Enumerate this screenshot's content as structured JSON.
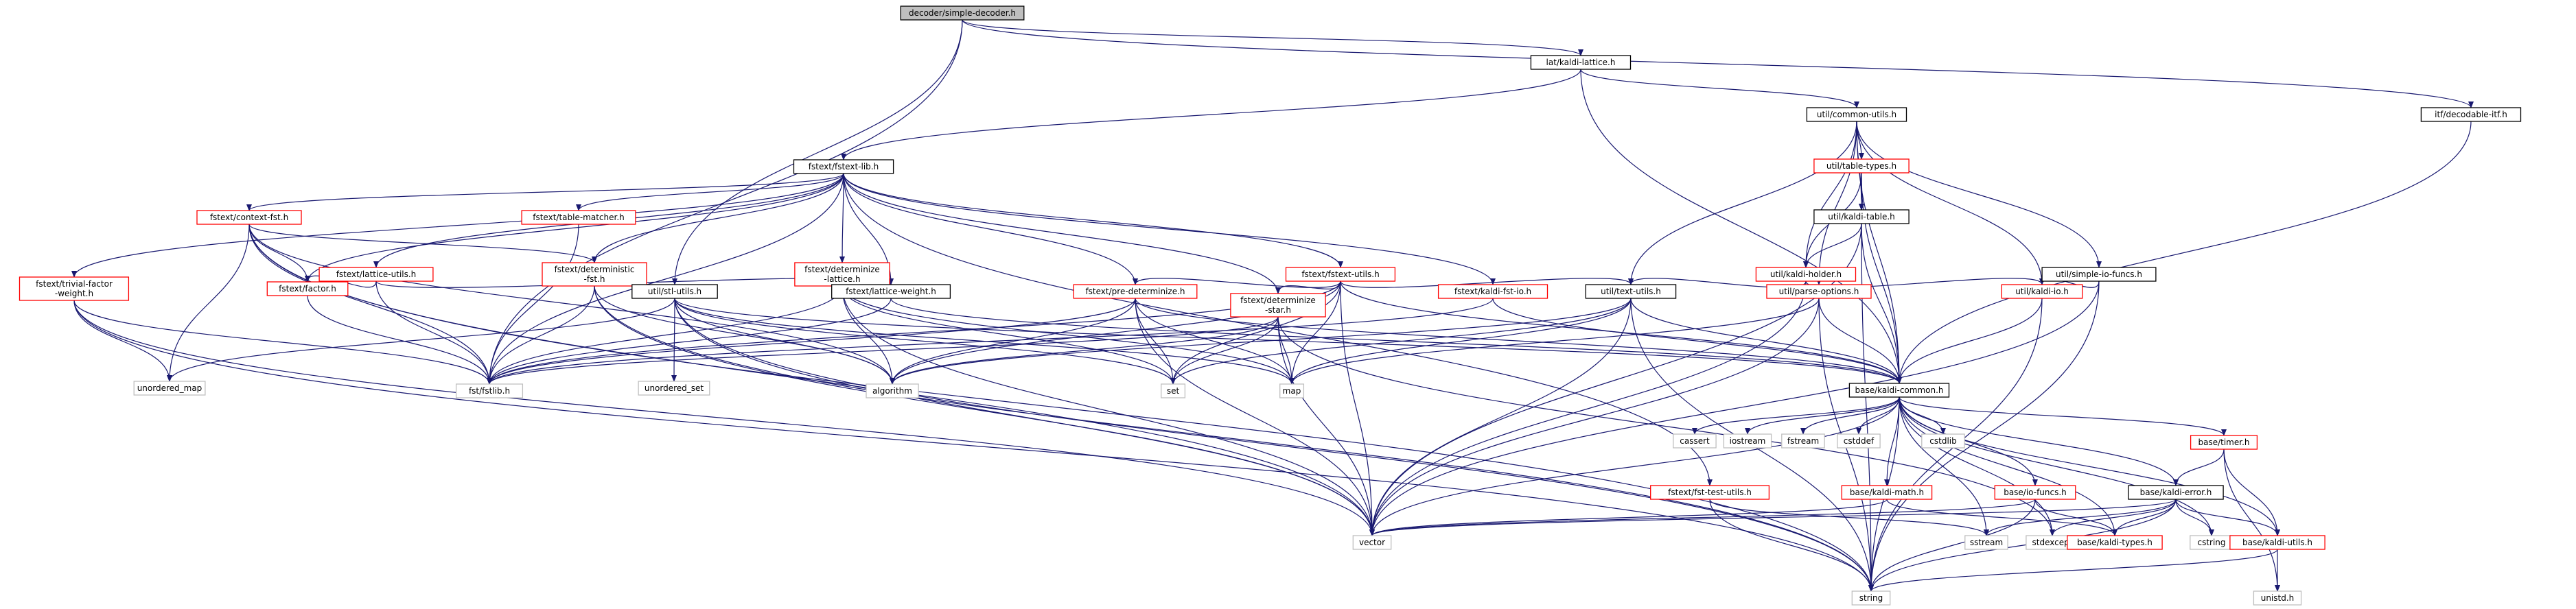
{
  "diagram": {
    "nodes": [
      {
        "id": "simple_decoder",
        "label": "decoder/simple-decoder.h",
        "kind": "root"
      },
      {
        "id": "kaldi_lattice",
        "label": "lat/kaldi-lattice.h",
        "kind": "normal"
      },
      {
        "id": "common_utils",
        "label": "util/common-utils.h",
        "kind": "normal"
      },
      {
        "id": "decodable_itf",
        "label": "itf/decodable-itf.h",
        "kind": "normal"
      },
      {
        "id": "fstext_lib",
        "label": "fstext/fstext-lib.h",
        "kind": "normal"
      },
      {
        "id": "table_types",
        "label": "util/table-types.h",
        "kind": "truncated"
      },
      {
        "id": "kaldi_table",
        "label": "util/kaldi-table.h",
        "kind": "normal"
      },
      {
        "id": "context_fst",
        "label": "fstext/context-fst.h",
        "kind": "truncated"
      },
      {
        "id": "table_matcher",
        "label": "fstext/table-matcher.h",
        "kind": "truncated"
      },
      {
        "id": "determinize_lattice",
        "label": "fstext/determinize\n-lattice.h",
        "kind": "truncated"
      },
      {
        "id": "fstext_utils",
        "label": "fstext/fstext-utils.h",
        "kind": "truncated"
      },
      {
        "id": "kaldi_holder",
        "label": "util/kaldi-holder.h",
        "kind": "truncated"
      },
      {
        "id": "simple_io_funcs",
        "label": "util/simple-io-funcs.h",
        "kind": "normal"
      },
      {
        "id": "lattice_utils",
        "label": "fstext/lattice-utils.h",
        "kind": "truncated"
      },
      {
        "id": "deterministic_fst",
        "label": "fstext/deterministic\n-fst.h",
        "kind": "truncated"
      },
      {
        "id": "trivial_factor_weight",
        "label": "fstext/trivial-factor\n-weight.h",
        "kind": "truncated"
      },
      {
        "id": "factor",
        "label": "fstext/factor.h",
        "kind": "truncated"
      },
      {
        "id": "stl_utils",
        "label": "util/stl-utils.h",
        "kind": "normal"
      },
      {
        "id": "lattice_weight",
        "label": "fstext/lattice-weight.h",
        "kind": "normal"
      },
      {
        "id": "pre_determinize",
        "label": "fstext/pre-determinize.h",
        "kind": "truncated"
      },
      {
        "id": "determinize_star",
        "label": "fstext/determinize\n-star.h",
        "kind": "truncated"
      },
      {
        "id": "kaldi_fst_io",
        "label": "fstext/kaldi-fst-io.h",
        "kind": "truncated"
      },
      {
        "id": "text_utils",
        "label": "util/text-utils.h",
        "kind": "normal"
      },
      {
        "id": "parse_options",
        "label": "util/parse-options.h",
        "kind": "truncated"
      },
      {
        "id": "kaldi_io",
        "label": "util/kaldi-io.h",
        "kind": "truncated"
      },
      {
        "id": "fst_fstlib",
        "label": "fst/fstlib.h",
        "kind": "external"
      },
      {
        "id": "unordered_map",
        "label": "unordered_map",
        "kind": "external"
      },
      {
        "id": "unordered_set",
        "label": "unordered_set",
        "kind": "external"
      },
      {
        "id": "algorithm",
        "label": "algorithm",
        "kind": "external"
      },
      {
        "id": "set",
        "label": "set",
        "kind": "external"
      },
      {
        "id": "map",
        "label": "map",
        "kind": "external"
      },
      {
        "id": "kaldi_common",
        "label": "base/kaldi-common.h",
        "kind": "normal"
      },
      {
        "id": "cassert",
        "label": "cassert",
        "kind": "external"
      },
      {
        "id": "iostream",
        "label": "iostream",
        "kind": "external"
      },
      {
        "id": "fstream",
        "label": "fstream",
        "kind": "external"
      },
      {
        "id": "cstddef",
        "label": "cstddef",
        "kind": "external"
      },
      {
        "id": "cstdlib",
        "label": "cstdlib",
        "kind": "external"
      },
      {
        "id": "timer",
        "label": "base/timer.h",
        "kind": "truncated"
      },
      {
        "id": "kaldi_error",
        "label": "base/kaldi-error.h",
        "kind": "normal"
      },
      {
        "id": "fst_test_utils",
        "label": "fstext/fst-test-utils.h",
        "kind": "truncated"
      },
      {
        "id": "kaldi_math",
        "label": "base/kaldi-math.h",
        "kind": "truncated"
      },
      {
        "id": "io_funcs",
        "label": "base/io-funcs.h",
        "kind": "truncated"
      },
      {
        "id": "vector",
        "label": "vector",
        "kind": "external"
      },
      {
        "id": "sstream",
        "label": "sstream",
        "kind": "external"
      },
      {
        "id": "stdexcept",
        "label": "stdexcept",
        "kind": "external"
      },
      {
        "id": "kaldi_types",
        "label": "base/kaldi-types.h",
        "kind": "truncated"
      },
      {
        "id": "cstring",
        "label": "cstring",
        "kind": "external"
      },
      {
        "id": "kaldi_utils",
        "label": "base/kaldi-utils.h",
        "kind": "truncated"
      },
      {
        "id": "string",
        "label": "string",
        "kind": "external"
      },
      {
        "id": "unistd",
        "label": "unistd.h",
        "kind": "external"
      }
    ],
    "edges": [
      [
        "simple_decoder",
        "kaldi_lattice"
      ],
      [
        "simple_decoder",
        "decodable_itf"
      ],
      [
        "simple_decoder",
        "fst_fstlib"
      ],
      [
        "simple_decoder",
        "stl_utils"
      ],
      [
        "kaldi_lattice",
        "fstext_lib"
      ],
      [
        "kaldi_lattice",
        "common_utils"
      ],
      [
        "kaldi_lattice",
        "kaldi_common"
      ],
      [
        "decodable_itf",
        "kaldi_common"
      ],
      [
        "common_utils",
        "table_types"
      ],
      [
        "common_utils",
        "kaldi_table"
      ],
      [
        "common_utils",
        "kaldi_holder"
      ],
      [
        "common_utils",
        "text_utils"
      ],
      [
        "common_utils",
        "simple_io_funcs"
      ],
      [
        "common_utils",
        "kaldi_io"
      ],
      [
        "common_utils",
        "parse_options"
      ],
      [
        "common_utils",
        "kaldi_common"
      ],
      [
        "table_types",
        "kaldi_table"
      ],
      [
        "table_types",
        "kaldi_holder"
      ],
      [
        "table_types",
        "kaldi_common"
      ],
      [
        "kaldi_table",
        "kaldi_holder"
      ],
      [
        "kaldi_table",
        "kaldi_common"
      ],
      [
        "kaldi_table",
        "vector"
      ],
      [
        "kaldi_table",
        "string"
      ],
      [
        "kaldi_holder",
        "kaldi_io"
      ],
      [
        "kaldi_holder",
        "text_utils"
      ],
      [
        "kaldi_holder",
        "vector"
      ],
      [
        "simple_io_funcs",
        "kaldi_io"
      ],
      [
        "simple_io_funcs",
        "vector"
      ],
      [
        "simple_io_funcs",
        "string"
      ],
      [
        "kaldi_io",
        "kaldi_common"
      ],
      [
        "kaldi_io",
        "string"
      ],
      [
        "parse_options",
        "kaldi_common"
      ],
      [
        "parse_options",
        "map"
      ],
      [
        "parse_options",
        "vector"
      ],
      [
        "parse_options",
        "string"
      ],
      [
        "fstext_lib",
        "context_fst"
      ],
      [
        "fstext_lib",
        "table_matcher"
      ],
      [
        "fstext_lib",
        "determinize_lattice"
      ],
      [
        "fstext_lib",
        "fstext_utils"
      ],
      [
        "fstext_lib",
        "lattice_utils"
      ],
      [
        "fstext_lib",
        "deterministic_fst"
      ],
      [
        "fstext_lib",
        "trivial_factor_weight"
      ],
      [
        "fstext_lib",
        "factor"
      ],
      [
        "fstext_lib",
        "pre_determinize"
      ],
      [
        "fstext_lib",
        "determinize_star"
      ],
      [
        "fstext_lib",
        "kaldi_fst_io"
      ],
      [
        "fstext_lib",
        "fst_test_utils"
      ],
      [
        "fstext_lib",
        "fst_fstlib"
      ],
      [
        "fstext_lib",
        "lattice_weight"
      ],
      [
        "context_fst",
        "deterministic_fst"
      ],
      [
        "context_fst",
        "factor"
      ],
      [
        "context_fst",
        "fst_fstlib"
      ],
      [
        "context_fst",
        "unordered_map"
      ],
      [
        "context_fst",
        "algorithm"
      ],
      [
        "context_fst",
        "vector"
      ],
      [
        "context_fst",
        "string"
      ],
      [
        "table_matcher",
        "fst_fstlib"
      ],
      [
        "determinize_lattice",
        "lattice_weight"
      ],
      [
        "determinize_lattice",
        "fst_fstlib"
      ],
      [
        "determinize_lattice",
        "algorithm"
      ],
      [
        "determinize_lattice",
        "map"
      ],
      [
        "determinize_lattice",
        "set"
      ],
      [
        "determinize_lattice",
        "vector"
      ],
      [
        "fstext_utils",
        "determinize_star"
      ],
      [
        "fstext_utils",
        "pre_determinize"
      ],
      [
        "fstext_utils",
        "text_utils"
      ],
      [
        "fstext_utils",
        "kaldi_common"
      ],
      [
        "fstext_utils",
        "fst_fstlib"
      ],
      [
        "fstext_utils",
        "algorithm"
      ],
      [
        "fstext_utils",
        "map"
      ],
      [
        "fstext_utils",
        "set"
      ],
      [
        "fstext_utils",
        "vector"
      ],
      [
        "lattice_utils",
        "factor"
      ],
      [
        "lattice_utils",
        "fst_fstlib"
      ],
      [
        "lattice_utils",
        "lattice_weight"
      ],
      [
        "deterministic_fst",
        "stl_utils"
      ],
      [
        "deterministic_fst",
        "fst_fstlib"
      ],
      [
        "deterministic_fst",
        "algorithm"
      ],
      [
        "deterministic_fst",
        "string"
      ],
      [
        "deterministic_fst",
        "vector"
      ],
      [
        "trivial_factor_weight",
        "fst_fstlib"
      ],
      [
        "trivial_factor_weight",
        "unordered_map"
      ],
      [
        "trivial_factor_weight",
        "string"
      ],
      [
        "trivial_factor_weight",
        "vector"
      ],
      [
        "factor",
        "fst_fstlib"
      ],
      [
        "stl_utils",
        "algorithm"
      ],
      [
        "stl_utils",
        "map"
      ],
      [
        "stl_utils",
        "set"
      ],
      [
        "stl_utils",
        "unordered_map"
      ],
      [
        "stl_utils",
        "unordered_set"
      ],
      [
        "stl_utils",
        "vector"
      ],
      [
        "stl_utils",
        "string"
      ],
      [
        "stl_utils",
        "kaldi_common"
      ],
      [
        "lattice_weight",
        "kaldi_common"
      ],
      [
        "lattice_weight",
        "fst_fstlib"
      ],
      [
        "pre_determinize",
        "fst_fstlib"
      ],
      [
        "pre_determinize",
        "algorithm"
      ],
      [
        "pre_determinize",
        "map"
      ],
      [
        "pre_determinize",
        "set"
      ],
      [
        "pre_determinize",
        "vector"
      ],
      [
        "pre_determinize",
        "kaldi_common"
      ],
      [
        "determinize_star",
        "fst_fstlib"
      ],
      [
        "determinize_star",
        "algorithm"
      ],
      [
        "determinize_star",
        "map"
      ],
      [
        "determinize_star",
        "set"
      ],
      [
        "determinize_star",
        "vector"
      ],
      [
        "determinize_star",
        "stdexcept"
      ],
      [
        "kaldi_fst_io",
        "fst_fstlib"
      ],
      [
        "kaldi_fst_io",
        "kaldi_common"
      ],
      [
        "text_utils",
        "kaldi_common"
      ],
      [
        "text_utils",
        "algorithm"
      ],
      [
        "text_utils",
        "map"
      ],
      [
        "text_utils",
        "set"
      ],
      [
        "text_utils",
        "vector"
      ],
      [
        "text_utils",
        "string"
      ],
      [
        "kaldi_common",
        "cassert"
      ],
      [
        "kaldi_common",
        "iostream"
      ],
      [
        "kaldi_common",
        "fstream"
      ],
      [
        "kaldi_common",
        "cstddef"
      ],
      [
        "kaldi_common",
        "cstdlib"
      ],
      [
        "kaldi_common",
        "timer"
      ],
      [
        "kaldi_common",
        "kaldi_error"
      ],
      [
        "kaldi_common",
        "kaldi_math"
      ],
      [
        "kaldi_common",
        "io_funcs"
      ],
      [
        "kaldi_common",
        "kaldi_types"
      ],
      [
        "kaldi_common",
        "kaldi_utils"
      ],
      [
        "kaldi_common",
        "vector"
      ],
      [
        "kaldi_common",
        "sstream"
      ],
      [
        "kaldi_common",
        "stdexcept"
      ],
      [
        "kaldi_common",
        "cstring"
      ],
      [
        "kaldi_common",
        "string"
      ],
      [
        "timer",
        "kaldi_error"
      ],
      [
        "timer",
        "kaldi_utils"
      ],
      [
        "timer",
        "unistd"
      ],
      [
        "kaldi_error",
        "kaldi_types"
      ],
      [
        "kaldi_error",
        "kaldi_utils"
      ],
      [
        "kaldi_error",
        "vector"
      ],
      [
        "kaldi_error",
        "sstream"
      ],
      [
        "kaldi_error",
        "stdexcept"
      ],
      [
        "kaldi_error",
        "cstring"
      ],
      [
        "kaldi_error",
        "string"
      ],
      [
        "fst_test_utils",
        "sstream"
      ],
      [
        "fst_test_utils",
        "string"
      ],
      [
        "kaldi_math",
        "kaldi_types"
      ],
      [
        "kaldi_math",
        "vector"
      ],
      [
        "io_funcs",
        "kaldi_types"
      ],
      [
        "io_funcs",
        "vector"
      ],
      [
        "io_funcs",
        "string"
      ],
      [
        "kaldi_utils",
        "string"
      ],
      [
        "kaldi_utils",
        "unistd"
      ]
    ]
  }
}
